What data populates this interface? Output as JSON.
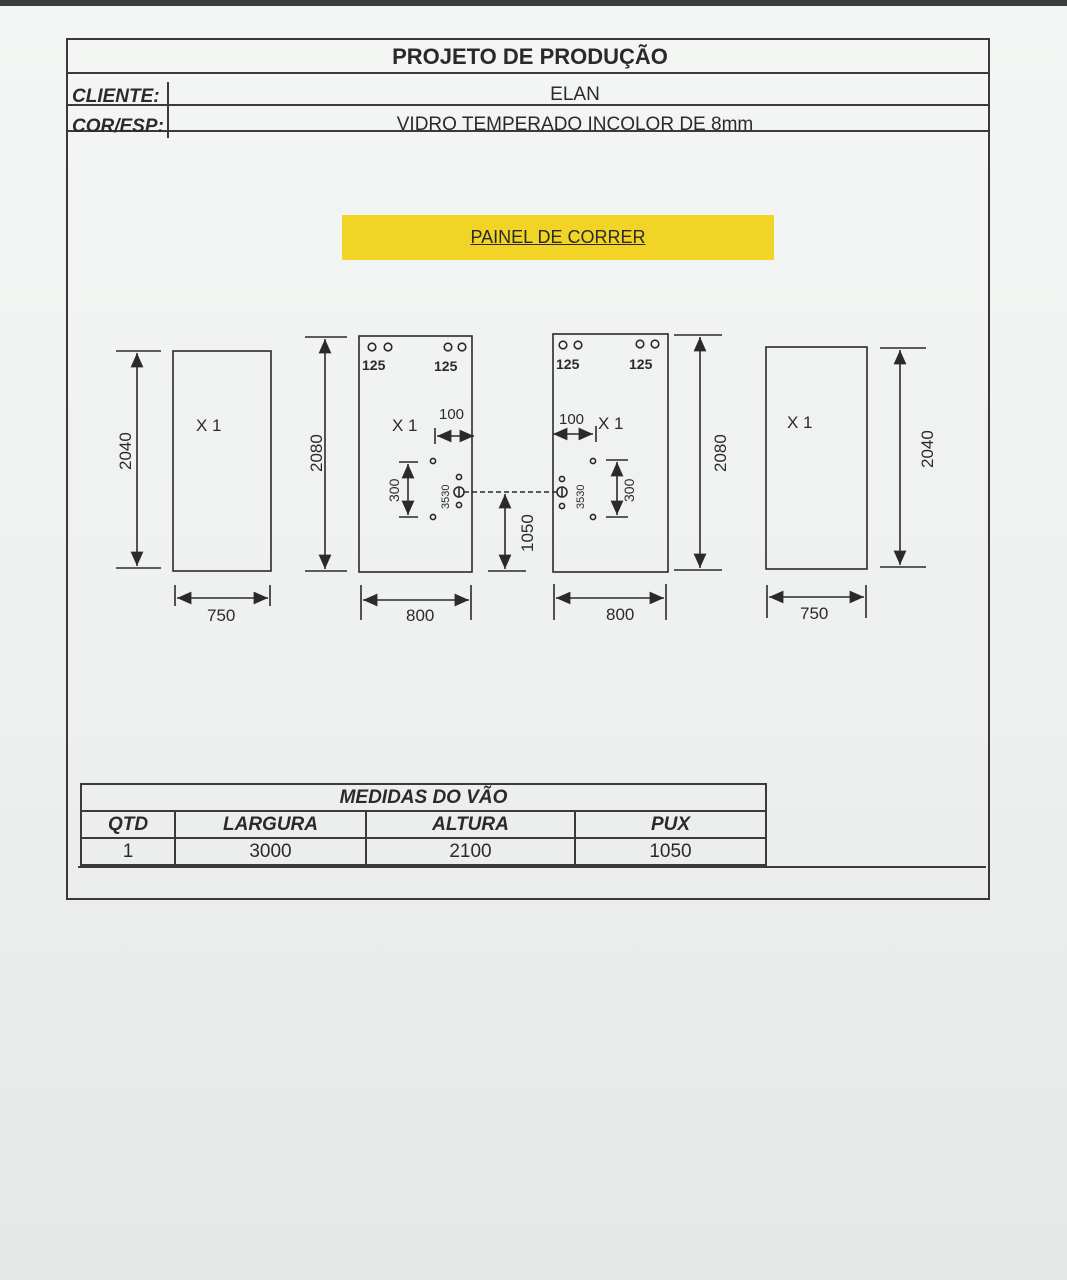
{
  "header": {
    "title": "PROJETO DE PRODUÇÃO",
    "cliente_label": "CLIENTE:",
    "cliente_value": "ELAN",
    "cor_label": "COR/ESP:",
    "cor_value": "VIDRO TEMPERADO INCOLOR DE 8mm"
  },
  "banner": {
    "label": "PAINEL DE CORRER"
  },
  "panels": [
    {
      "height": "2040",
      "width": "750",
      "qty": "X 1"
    },
    {
      "height": "2080",
      "width": "800",
      "qty": "X 1",
      "hole_left": "125",
      "hole_right": "125",
      "offset": "100",
      "handle_span": "300",
      "handle_label": "3530"
    },
    {
      "height": "2080",
      "width": "800",
      "qty": "X 1",
      "hole_left": "125",
      "hole_right": "125",
      "offset": "100",
      "handle_span": "300",
      "handle_label": "3530"
    },
    {
      "height": "2040",
      "width": "750",
      "qty": "X 1"
    }
  ],
  "handle_height": "1050",
  "table": {
    "title": "MEDIDAS DO VÃO",
    "headers": [
      "QTD",
      "LARGURA",
      "ALTURA",
      "PUX"
    ],
    "row": [
      "1",
      "3000",
      "2100",
      "1050"
    ]
  }
}
